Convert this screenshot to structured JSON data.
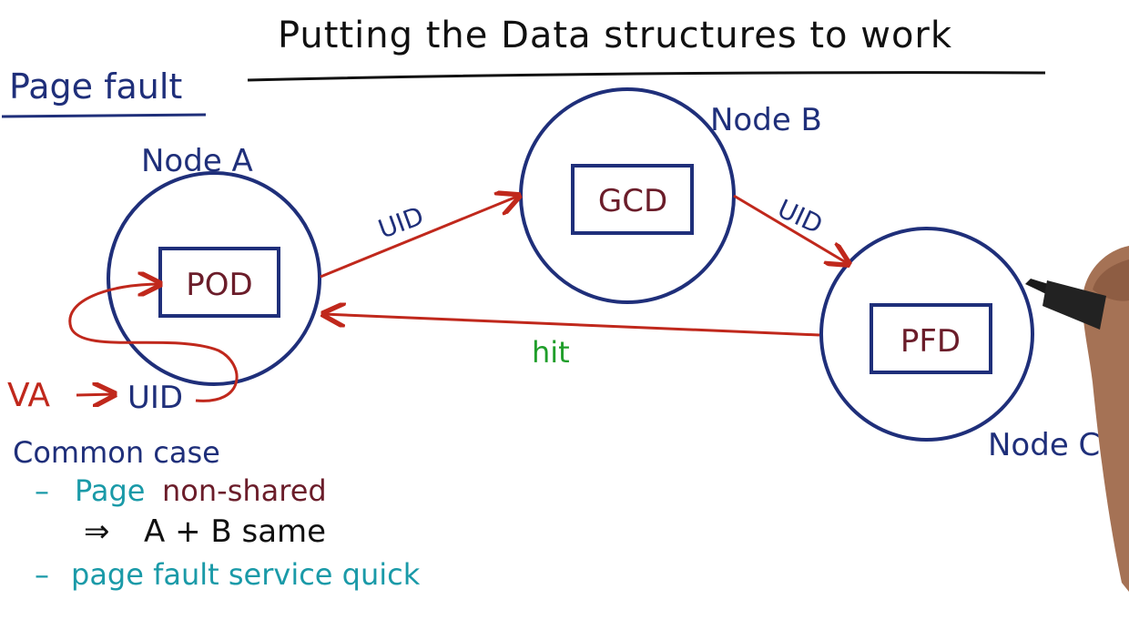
{
  "title": "Putting the Data structures to work",
  "section_label": "Page fault",
  "nodes": {
    "a": {
      "label": "Node A",
      "box": "POD"
    },
    "b": {
      "label": "Node B",
      "box": "GCD"
    },
    "c": {
      "label": "Node C",
      "box": "PFD"
    }
  },
  "edges": {
    "a_to_b": "UID",
    "b_to_c": "UID",
    "c_to_a": "hit"
  },
  "mapping": {
    "va": "VA",
    "uid": "UID"
  },
  "notes": {
    "heading": "Common case",
    "item1_dash": "–",
    "item1_page": "Page",
    "item1_rest": "non-shared",
    "item1_implies": "⇒",
    "item1_result": "A + B same",
    "item2_dash": "–",
    "item2_text": "page fault service quick"
  },
  "colors": {
    "navy": "#1f2f7a",
    "maroon": "#6b1d2a",
    "red": "#c0281c",
    "green": "#1f9e2a",
    "teal": "#1a9aa8"
  }
}
